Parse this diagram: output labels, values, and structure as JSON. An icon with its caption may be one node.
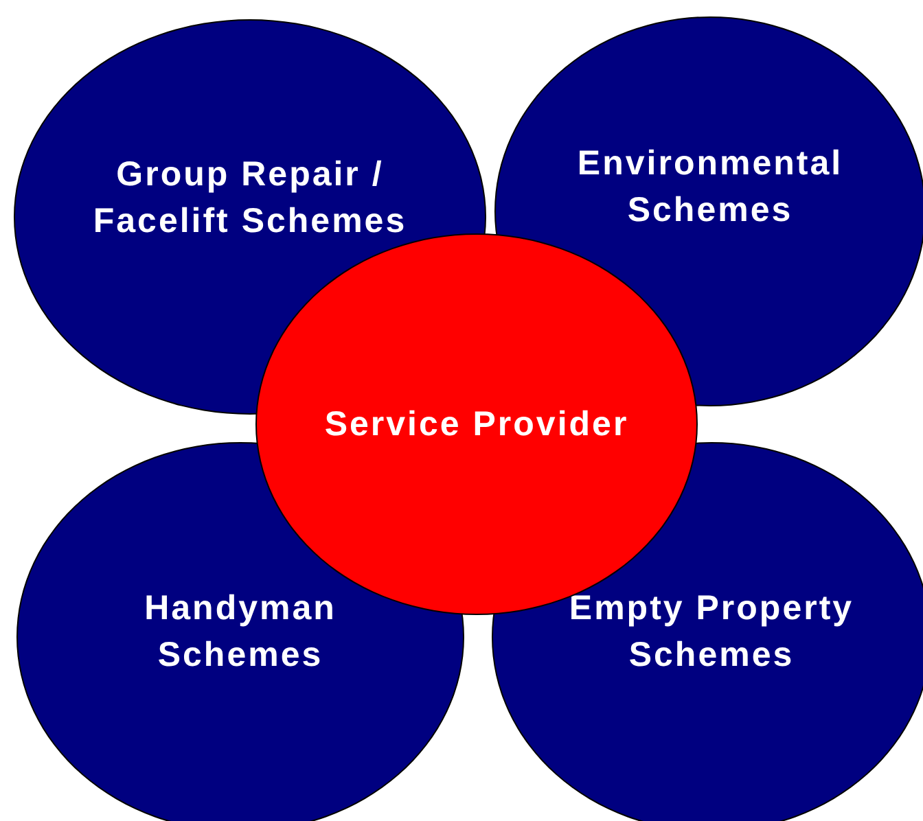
{
  "diagram": {
    "nodes": [
      {
        "text": [
          "Group Repair / Facelift Schemes"
        ]
      },
      {
        "text": [
          "Environmental Schemes"
        ]
      },
      {
        "text": [
          "Service Provider"
        ]
      },
      {
        "text": [
          "Handyman Schemes"
        ]
      },
      {
        "text": [
          "Empty Property Schemes"
        ]
      }
    ]
  }
}
